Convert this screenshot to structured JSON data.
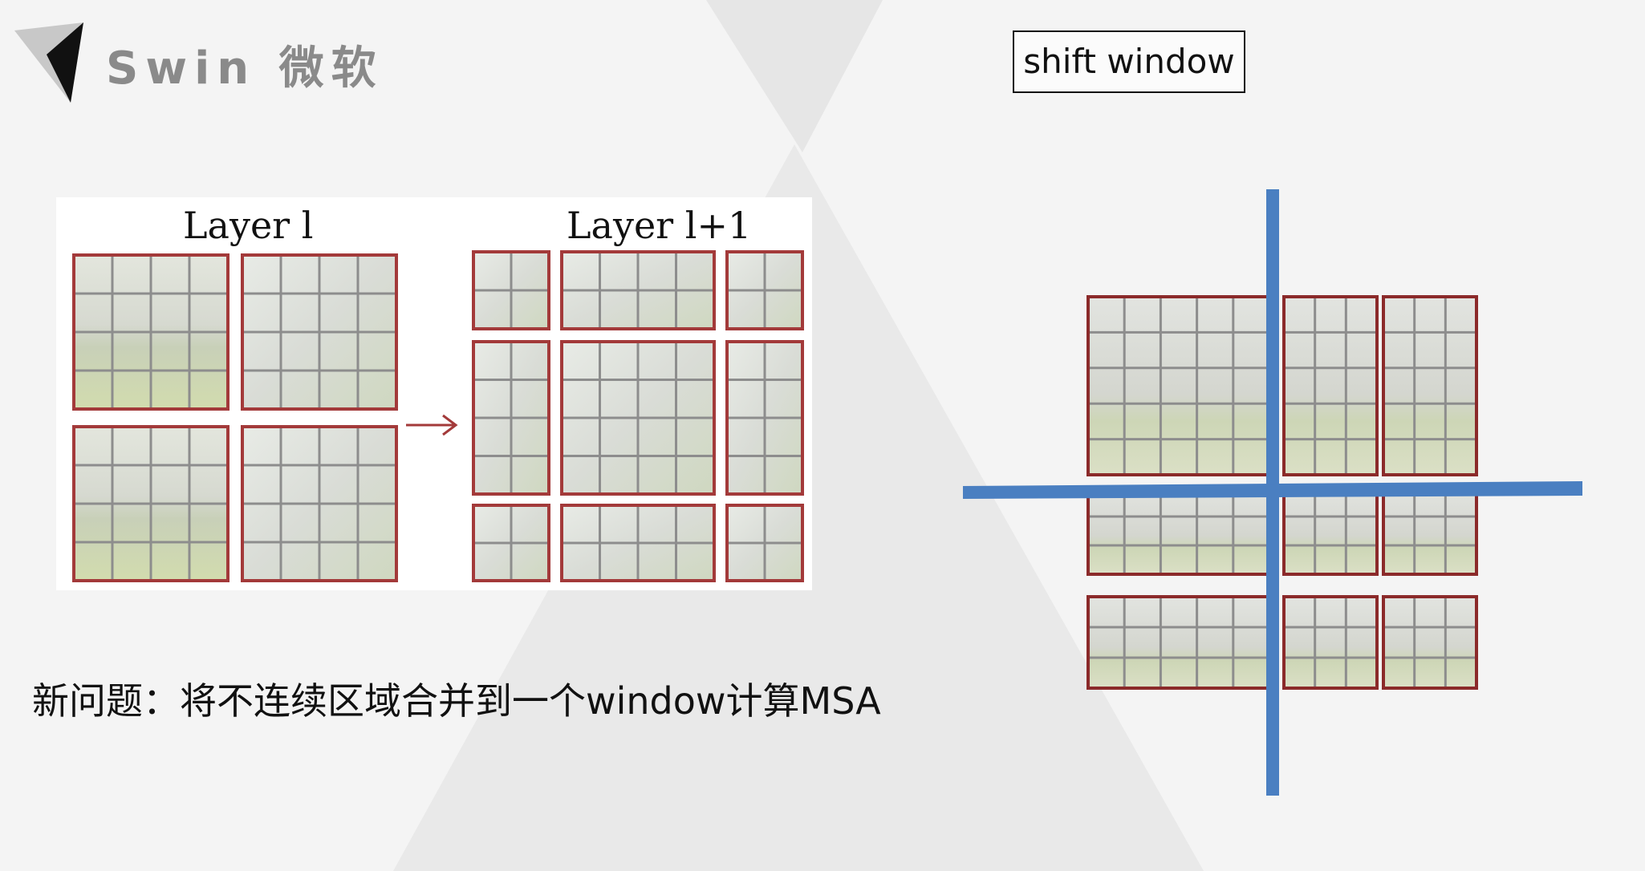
{
  "header": {
    "title": "Swin 微软",
    "logo_icon": "triangle-logo-icon"
  },
  "shift_box": {
    "label": "shift window"
  },
  "left_figure": {
    "layer_l_label": "Layer l",
    "layer_l1_label": "Layer l+1",
    "arrow_icon": "right-arrow-icon",
    "window_border_color": "#a33a3a"
  },
  "caption": {
    "text": "新问题：将不连续区域合并到一个window计算MSA"
  },
  "right_figure": {
    "divider_color": "#4a7fc1",
    "window_border_color": "#8b2a2a"
  }
}
